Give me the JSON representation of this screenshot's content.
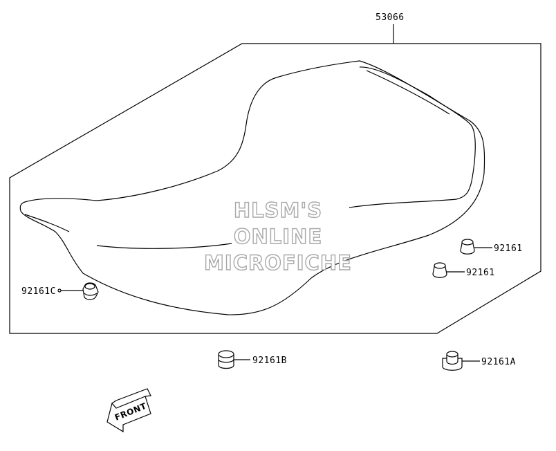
{
  "labels": {
    "seat": "53066",
    "damper_c": "92161C",
    "damper_1": "92161",
    "damper_2": "92161",
    "damper_b": "92161B",
    "damper_a": "92161A"
  },
  "watermark": {
    "line1": "HLSM'S",
    "line2": "ONLINE",
    "line3": "MICROFICHE"
  },
  "front_arrow": {
    "text": "FRONT"
  }
}
